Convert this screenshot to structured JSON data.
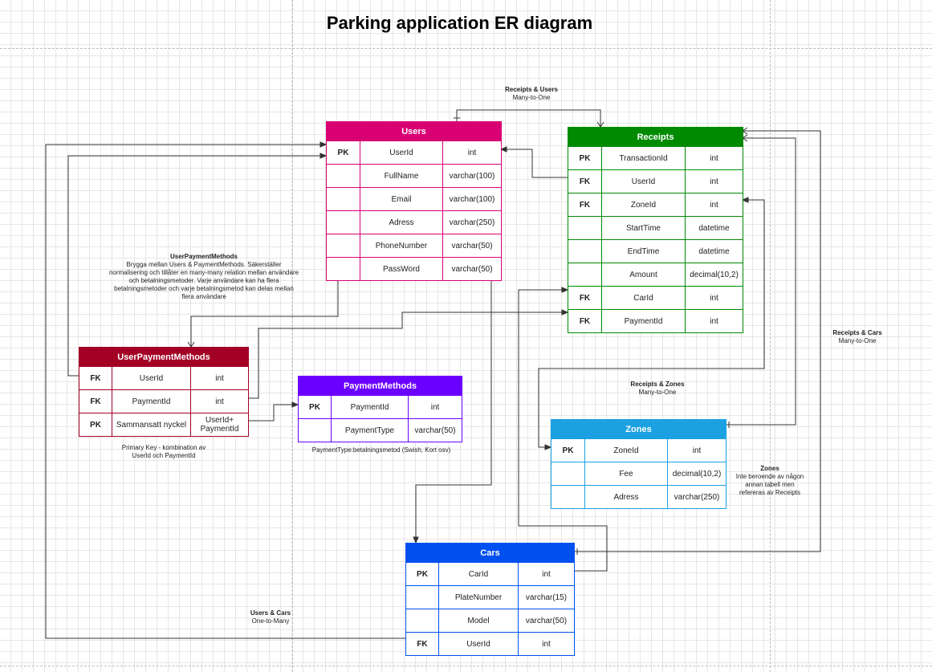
{
  "title": "Parking application ER diagram",
  "colors": {
    "users": "#d80073",
    "receipts": "#008a00",
    "user_payment_methods": "#a20025",
    "payment_methods": "#6a00ff",
    "zones": "#1ba1e2",
    "cars": "#0050ef",
    "edge": "#333333"
  },
  "entities": {
    "users": {
      "name": "Users",
      "rows": [
        {
          "key": "PK",
          "field": "UserId",
          "type": "int"
        },
        {
          "key": "",
          "field": "FullName",
          "type": "varchar(100)"
        },
        {
          "key": "",
          "field": "Email",
          "type": "varchar(100)"
        },
        {
          "key": "",
          "field": "Adress",
          "type": "varchar(250)"
        },
        {
          "key": "",
          "field": "PhoneNumber",
          "type": "varchar(50)"
        },
        {
          "key": "",
          "field": "PassWord",
          "type": "varchar(50)"
        }
      ]
    },
    "receipts": {
      "name": "Receipts",
      "rows": [
        {
          "key": "PK",
          "field": "TransactionId",
          "type": "int"
        },
        {
          "key": "FK",
          "field": "UserId",
          "type": "int"
        },
        {
          "key": "FK",
          "field": "ZoneId",
          "type": "int"
        },
        {
          "key": "",
          "field": "StartTime",
          "type": "datetime"
        },
        {
          "key": "",
          "field": "EndTime",
          "type": "datetime"
        },
        {
          "key": "",
          "field": "Amount",
          "type": "decimal(10,2)"
        },
        {
          "key": "FK",
          "field": "CarId",
          "type": "int"
        },
        {
          "key": "FK",
          "field": "PaymentId",
          "type": "int"
        }
      ]
    },
    "user_payment_methods": {
      "name": "UserPaymentMethods",
      "rows": [
        {
          "key": "FK",
          "field": "UserId",
          "type": "int"
        },
        {
          "key": "FK",
          "field": "PaymentId",
          "type": "int"
        },
        {
          "key": "PK",
          "field": "Sammansatt nyckel",
          "type": "UserId+\nPaymentId"
        }
      ]
    },
    "payment_methods": {
      "name": "PaymentMethods",
      "rows": [
        {
          "key": "PK",
          "field": "PaymentId",
          "type": "int"
        },
        {
          "key": "",
          "field": "PaymentType",
          "type": "varchar(50)"
        }
      ]
    },
    "zones": {
      "name": "Zones",
      "rows": [
        {
          "key": "PK",
          "field": "ZoneId",
          "type": "int"
        },
        {
          "key": "",
          "field": "Fee",
          "type": "decimal(10,2)"
        },
        {
          "key": "",
          "field": "Adress",
          "type": "varchar(250)"
        }
      ]
    },
    "cars": {
      "name": "Cars",
      "rows": [
        {
          "key": "PK",
          "field": "CarId",
          "type": "int"
        },
        {
          "key": "",
          "field": "PlateNumber",
          "type": "varchar(15)"
        },
        {
          "key": "",
          "field": "Model",
          "type": "varchar(50)"
        },
        {
          "key": "FK",
          "field": "UserId",
          "type": "int"
        }
      ]
    }
  },
  "notes": {
    "receipts_users": {
      "title": "Receipts & Users",
      "body": "Many-to-One"
    },
    "receipts_cars": {
      "title": "Receipts & Cars",
      "body": "Many-to-One"
    },
    "receipts_zones": {
      "title": "Receipts & Zones",
      "body": "Many-to-One"
    },
    "users_cars": {
      "title": "Users & Cars",
      "body": "One-to-Many"
    },
    "user_payment_methods": {
      "title": "UserPaymentMethods",
      "body": "Brygga mellan Users & PaymentMethods. Säkerställer\nnormalisering och tillåter en many-many relation mellan användare\noch betalningsmetoder. Varje användare kan ha flera\nbetalningsmetoder och varje betalningsmetod kan delas mellan\nflera användare"
    },
    "primary_key": {
      "title": "",
      "body": "Primary Key - kombination av\nUserId och PaymentId"
    },
    "payment_type": {
      "title": "",
      "body": "PaymentType:betalningsmetod (Swish, Kort osv)"
    },
    "zones": {
      "title": "Zones",
      "body": "Inte beroende av någon\nannan tabell men\nrefereras av Receipts"
    }
  }
}
